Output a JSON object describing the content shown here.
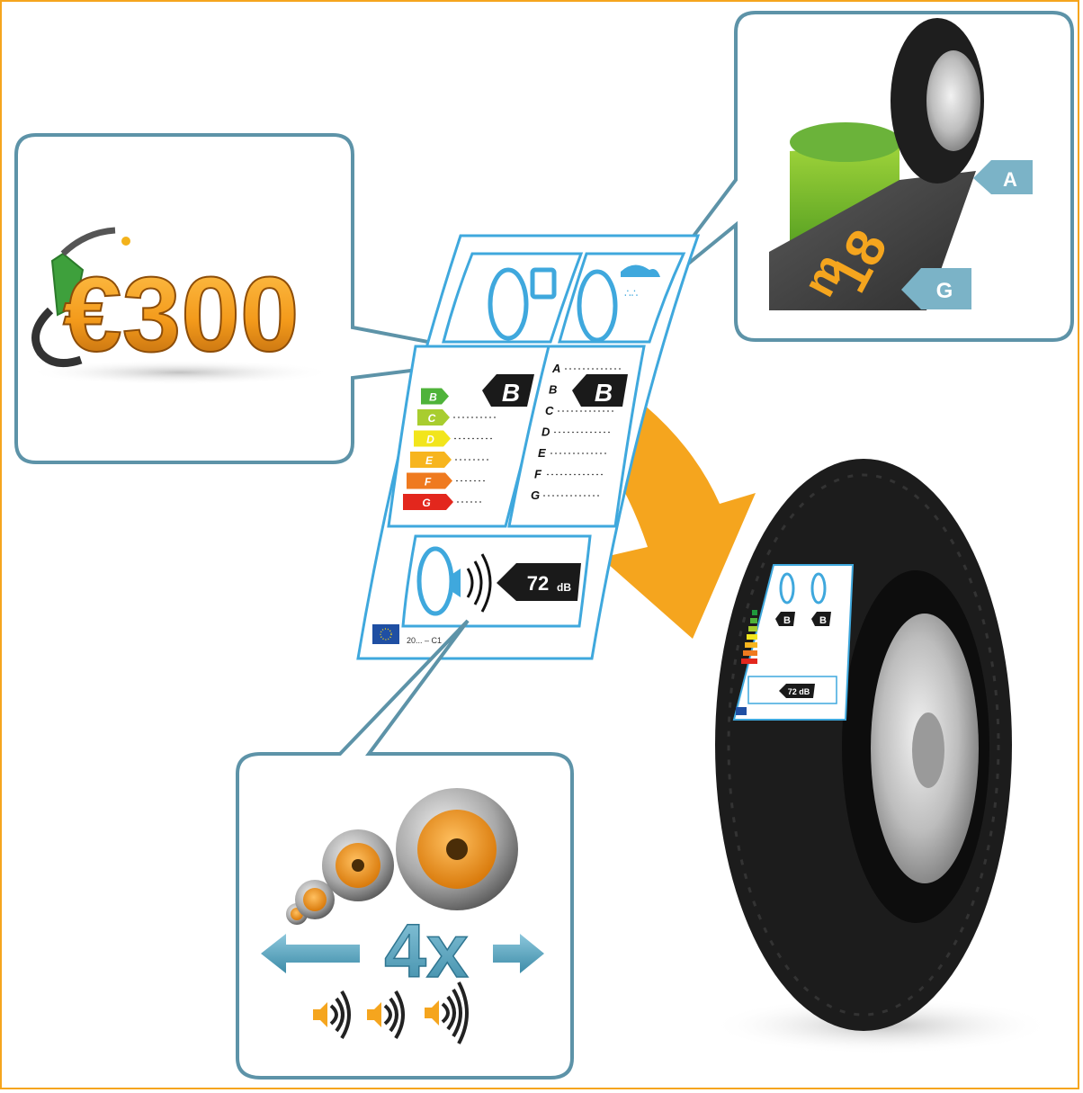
{
  "fuel": {
    "amount": "€300",
    "colors": {
      "nozzle": "#3ea03c",
      "digits": "#f39a1b",
      "digits_dark": "#b4620c"
    }
  },
  "label": {
    "rolling_resistance_grade": "B",
    "wet_grip_grade": "B",
    "classes": [
      "A",
      "B",
      "C",
      "D",
      "E",
      "F",
      "G"
    ],
    "class_colors": [
      "#1f9a3c",
      "#4fb33a",
      "#a8cd2f",
      "#f2e51c",
      "#f7b51e",
      "#ef7a1f",
      "#e3271d"
    ],
    "noise_value": "72",
    "noise_unit": "dB",
    "footer": "20... – C1",
    "icon_color": "#3fa8dd"
  },
  "braking": {
    "distance": "18",
    "unit": "m",
    "grade_top": "A",
    "grade_bottom": "G"
  },
  "noise": {
    "multiplier": "4x"
  },
  "mini_label": {
    "grade_left": "B",
    "grade_right": "B",
    "noise": "72 dB"
  },
  "accent_color": "#f5a51e",
  "panel_border_color": "#5d93a8"
}
